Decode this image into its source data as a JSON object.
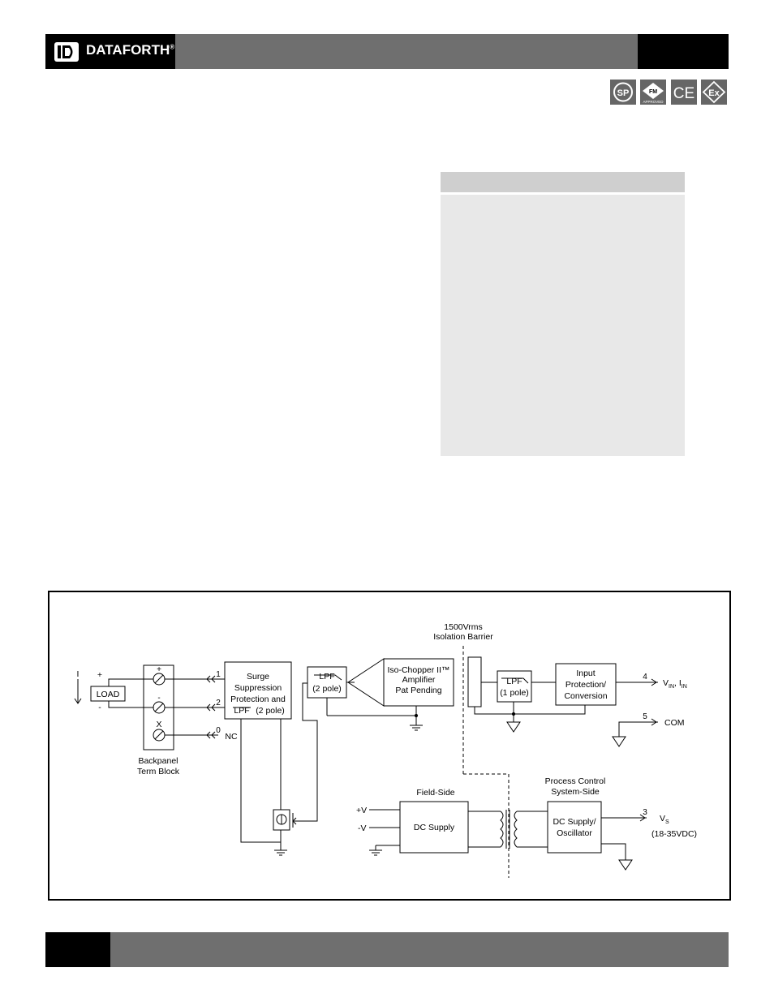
{
  "header": {
    "brand": "DATAFORTH",
    "registered_mark": "®"
  },
  "certifications": [
    {
      "name": "csa-icon",
      "text": "SP"
    },
    {
      "name": "fm-approved-icon",
      "text": "FM",
      "subtext": "APPROVED"
    },
    {
      "name": "ce-mark-icon",
      "text": "CE"
    },
    {
      "name": "ex-mark-icon",
      "text": "Ex"
    }
  ],
  "diagram": {
    "isolation_barrier": [
      "1500Vrms",
      "Isolation Barrier"
    ],
    "current_label": "I",
    "load_label": "LOAD",
    "plus": "+",
    "minus": "-",
    "term_block": {
      "plus": "+",
      "minus": "-",
      "x": "X",
      "caption": [
        "Backpanel",
        "Term Block"
      ]
    },
    "pins": {
      "p1": "1",
      "p2": "2",
      "p0": "0",
      "nc": "NC",
      "p4": "4",
      "p5": "5",
      "p3": "3"
    },
    "surge_block": [
      "Surge",
      "Suppression",
      "Protection and",
      "LPF",
      "(2 pole)"
    ],
    "lpf2": [
      "LPF",
      "(2 pole)"
    ],
    "amplifier": [
      "Iso-Chopper II™",
      "Amplifier",
      "Pat Pending"
    ],
    "lpf1": [
      "LPF",
      "(1 pole)"
    ],
    "input_protection": [
      "Input",
      "Protection/",
      "Conversion"
    ],
    "output_vin": "V",
    "output_vin_sub": "IN",
    "output_iin": ", I",
    "output_iin_sub": "IN",
    "com": "COM",
    "field_side": "Field-Side",
    "process_side": [
      "Process Control",
      "System-Side"
    ],
    "plus_v": "+V",
    "minus_v": "-V",
    "dc_supply": "DC Supply",
    "dc_supply_osc": [
      "DC Supply/",
      "Oscillator"
    ],
    "vs": "V",
    "vs_sub": "S",
    "vs_range": "(18-35VDC)"
  }
}
